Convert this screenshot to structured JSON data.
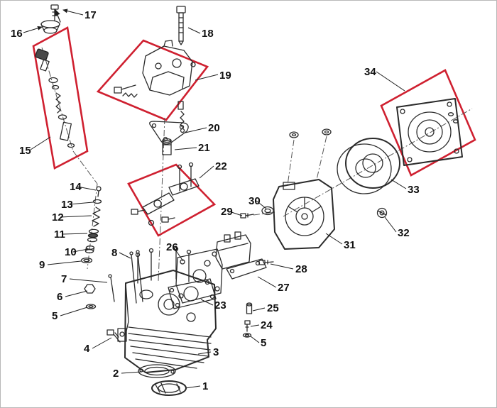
{
  "diagram": {
    "type": "exploded-parts-diagram",
    "description": "Small engine cylinder head and flywheel exploded parts view",
    "labels": [
      "17",
      "16",
      "18",
      "19",
      "34",
      "20",
      "15",
      "21",
      "22",
      "33",
      "14",
      "13",
      "30",
      "29",
      "12",
      "32",
      "11",
      "31",
      "10",
      "8",
      "26",
      "9",
      "28",
      "7",
      "27",
      "6",
      "23",
      "25",
      "5",
      "24",
      "4",
      "5",
      "3",
      "2",
      "1"
    ],
    "highlighted_groups": [
      "15-16 valve assembly",
      "19 carburetor assembly",
      "22 rocker arm assembly",
      "34 fan cover"
    ]
  },
  "colors": {
    "highlight": "#cf2030",
    "line": "#1c1c1c",
    "background": "#ffffff"
  }
}
